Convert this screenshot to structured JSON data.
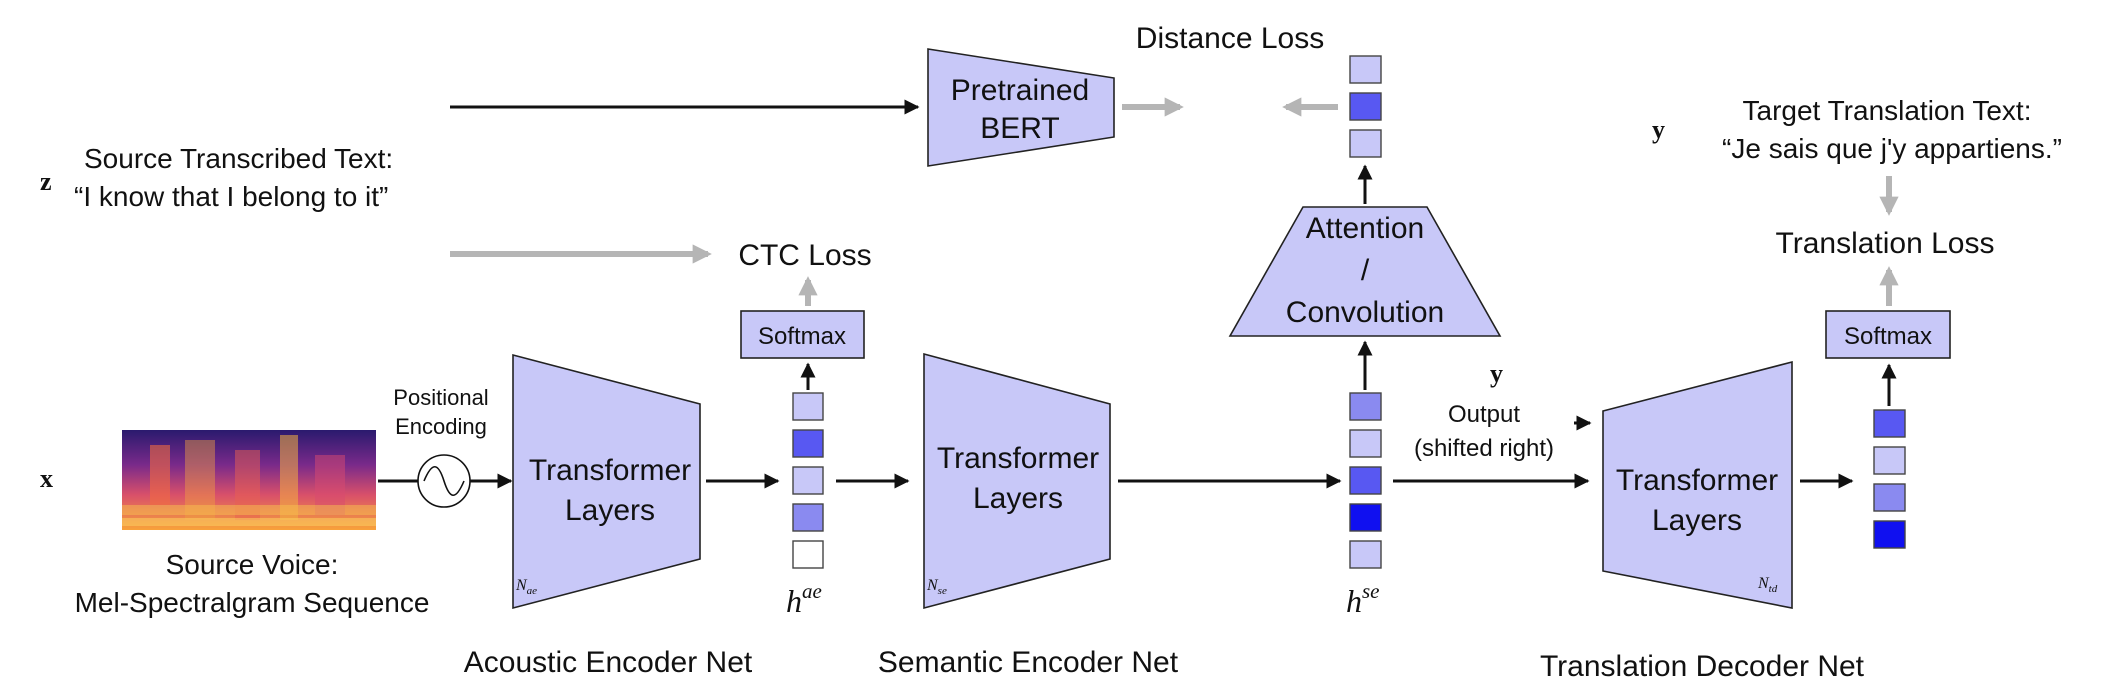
{
  "colors": {
    "module_fill": "#c8c8f8",
    "arrow_black": "#111111",
    "arrow_grey": "#b5b5b5",
    "emb_light": "#c8c8f8",
    "emb_medium": "#8a8af0",
    "emb_strong": "#5858f2",
    "emb_deep": "#1010f0",
    "emb_empty": "#ffffff"
  },
  "inputs": {
    "x_symbol": "x",
    "z_symbol": "z",
    "y_symbol_top": "y",
    "y_symbol_mid": "y",
    "source_text_line1": "Source Transcribed Text:",
    "source_text_line2": "“I know that I belong to it”",
    "target_text_line1": "Target Translation Text:",
    "target_text_line2": "“Je sais que j'y appartiens.”",
    "voice_line1": "Source Voice:",
    "voice_line2": "Mel-Spectralgram Sequence",
    "positional_line1": "Positional",
    "positional_line2": "Encoding",
    "output_line1": "Output",
    "output_line2": "(shifted right)"
  },
  "modules": {
    "bert_line1": "Pretrained",
    "bert_line2": "BERT",
    "acoustic_line1": "Transformer",
    "acoustic_line2": "Layers",
    "acoustic_sub": "N",
    "acoustic_subsub": "ae",
    "semantic_line1": "Transformer",
    "semantic_line2": "Layers",
    "semantic_sub": "N",
    "semantic_subsub": "se",
    "decoder_line1": "Transformer",
    "decoder_line2": "Layers",
    "decoder_sub": "N",
    "decoder_subsub": "td",
    "attention_line1": "Attention",
    "attention_line2": "/",
    "attention_line3": "Convolution",
    "softmax_left": "Softmax",
    "softmax_right": "Softmax"
  },
  "losses": {
    "distance": "Distance Loss",
    "ctc": "CTC Loss",
    "translation": "Translation Loss"
  },
  "hidden": {
    "hae_base": "h",
    "hae_sup": "ae",
    "hse_base": "h",
    "hse_sup": "se",
    "hae_cells": [
      "emb_light",
      "emb_strong",
      "emb_light",
      "emb_medium",
      "emb_empty"
    ],
    "hse_cells": [
      "emb_medium",
      "emb_light",
      "emb_strong",
      "emb_deep",
      "emb_light"
    ],
    "distance_cells": [
      "emb_light",
      "emb_strong",
      "emb_light"
    ],
    "output_cells": [
      "emb_strong",
      "emb_light",
      "emb_medium",
      "emb_deep"
    ]
  },
  "sections": {
    "acoustic": "Acoustic Encoder Net",
    "semantic": "Semantic Encoder Net",
    "decoder": "Translation Decoder Net"
  }
}
